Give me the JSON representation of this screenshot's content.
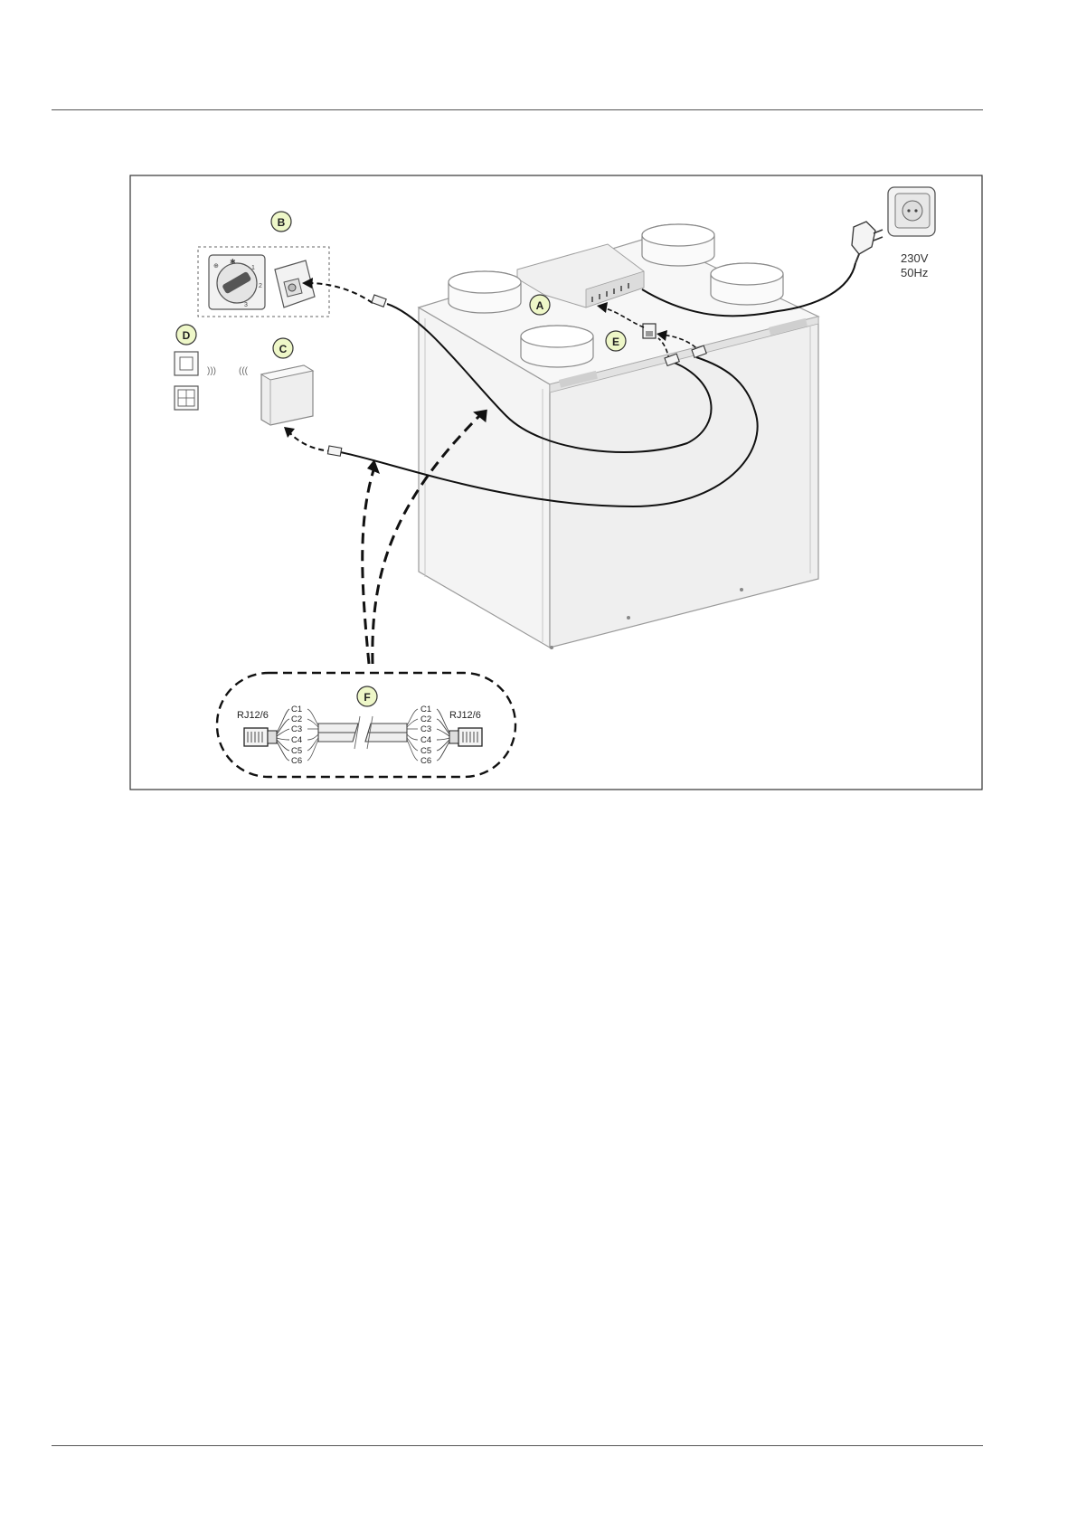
{
  "labels": {
    "A": "A",
    "B": "B",
    "C": "C",
    "D": "D",
    "E": "E",
    "F": "F"
  },
  "power": {
    "voltage": "230V",
    "frequency": "50Hz"
  },
  "switch_dial": {
    "pos1": "1",
    "pos2": "2",
    "pos3": "3"
  },
  "connector_detail": {
    "left_label": "RJ12/6",
    "right_label": "RJ12/6",
    "left_wires": [
      "C1",
      "C2",
      "C3",
      "C4",
      "C5",
      "C6"
    ],
    "right_wires": [
      "C1",
      "C2",
      "C3",
      "C4",
      "C5",
      "C6"
    ]
  },
  "colors": {
    "label_badge_fill": "#eef7c8",
    "unit_fill": "#f2f2f2",
    "unit_stroke": "#9a9a9a",
    "line": "#111111"
  }
}
